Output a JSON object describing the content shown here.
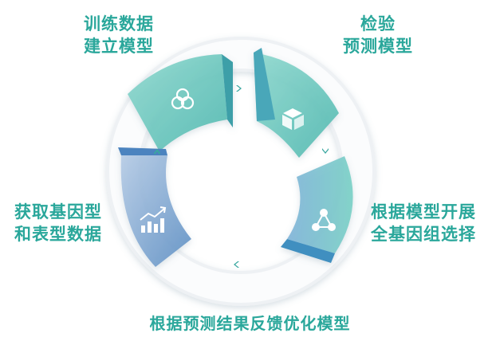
{
  "diagram": {
    "steps": [
      {
        "id": "train",
        "lines": [
          "训练数据",
          "建立模型"
        ],
        "icon": "venn-icon"
      },
      {
        "id": "validate",
        "lines": [
          "检验",
          "预测模型"
        ],
        "icon": "cube-icon"
      },
      {
        "id": "select",
        "lines": [
          "根据模型开展",
          "全基因组选择"
        ],
        "icon": "network-icon"
      },
      {
        "id": "feedback",
        "lines": [
          "根据预测结果反馈优化模型"
        ],
        "icon": "arrow-left-icon"
      },
      {
        "id": "acquire",
        "lines": [
          "获取基因型",
          "和表型数据"
        ],
        "icon": "bar-chart-icon"
      }
    ],
    "colors": {
      "label": "#2aa79b",
      "teal": "#63cbbf",
      "blue": "#8fb0d6",
      "ring": "#f2f4f6"
    }
  }
}
